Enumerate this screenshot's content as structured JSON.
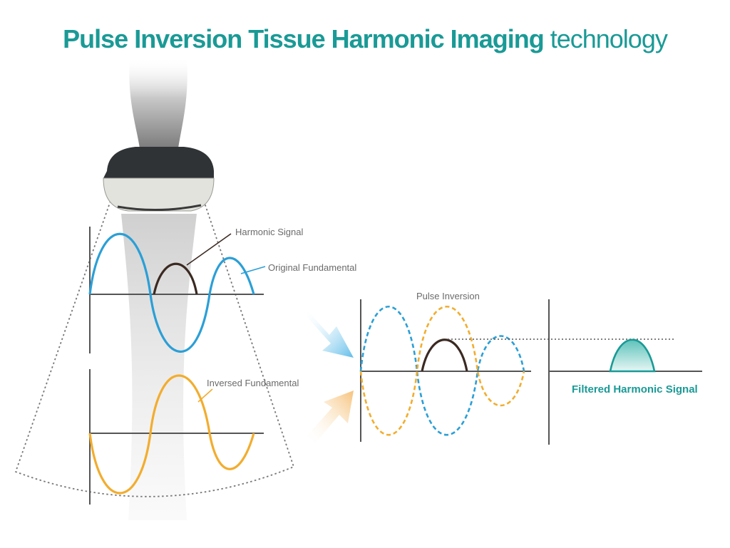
{
  "title": {
    "bold": "Pulse Inversion Tissue Harmonic Imaging",
    "light": "technology"
  },
  "labels": {
    "harmonic_signal": "Harmonic Signal",
    "original_fundamental": "Original Fundamental",
    "inversed_fundamental": "Inversed Fundamental",
    "pulse_inversion": "Pulse Inversion",
    "filtered_harmonic_signal": "Filtered Harmonic Signal"
  },
  "colors": {
    "title": "#1a9a96",
    "original_wave": "#2b9fd6",
    "inversed_wave": "#f2ad2e",
    "harmonic": "#3b2a22",
    "filtered_fill": "#b7e4e0",
    "filtered_stroke": "#1a9a96",
    "axis": "#555555",
    "sector": "#777777"
  },
  "icons": {
    "probe": "ultrasound-probe-icon",
    "arrow_blue": "arrow-blue-icon",
    "arrow_orange": "arrow-orange-icon"
  }
}
